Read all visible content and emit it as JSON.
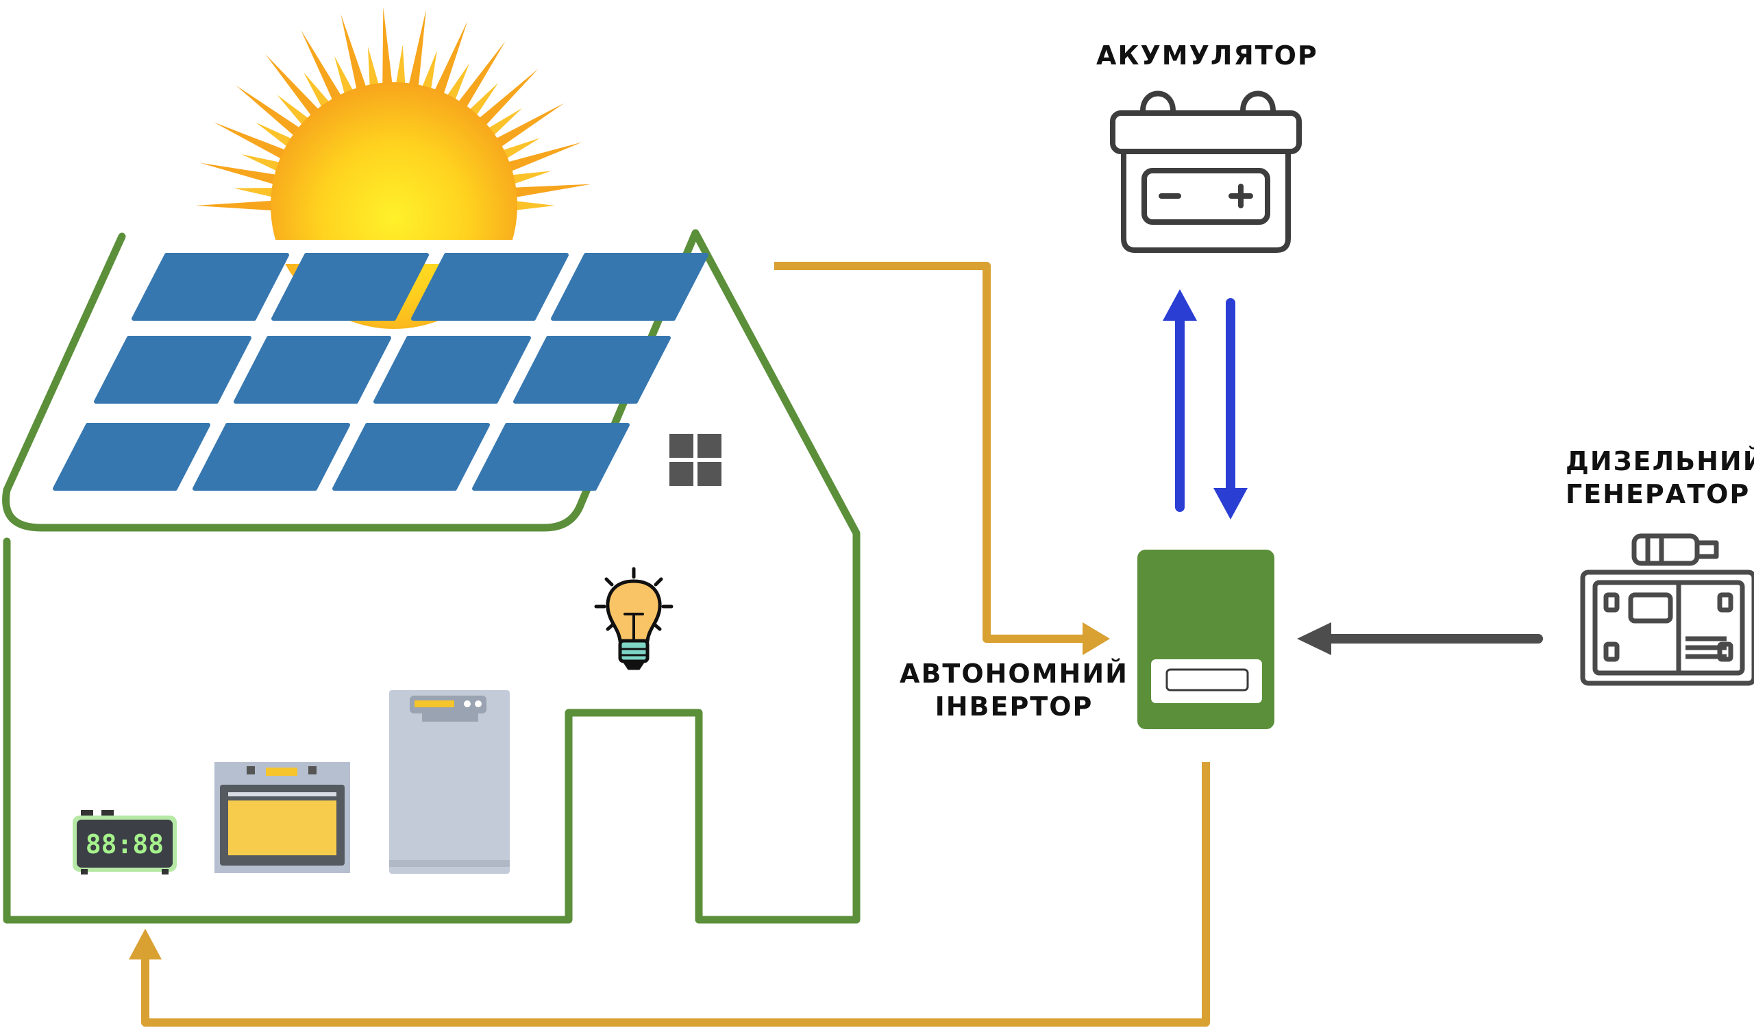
{
  "labels": {
    "battery": "АКУМУЛЯТОР",
    "inverter_line1": "АВТОНОМНИЙ",
    "inverter_line2": "ІНВЕРТОР",
    "generator_line1": "ДИЗЕЛЬНИЙ",
    "generator_line2": "ГЕНЕРАТОР"
  },
  "clock": {
    "display": "88:88"
  },
  "colors": {
    "house_outline": "#5b8f3a",
    "solar_panel": "#3677b0",
    "sun_inner": "#ffdf1e",
    "sun_outer": "#f7a51c",
    "power_line": "#d9a032",
    "battery_arrows": "#2a3ed4",
    "generator_arrow": "#4d4d4d",
    "inverter_body": "#5b8f3a",
    "icon_stroke": "#3d3d3d"
  },
  "icons": [
    "sun-icon",
    "solar-panel-icon",
    "house-icon",
    "window-icon",
    "light-bulb-icon",
    "alarm-clock-icon",
    "oven-icon",
    "dishwasher-icon",
    "inverter-icon",
    "battery-icon",
    "diesel-generator-icon"
  ]
}
